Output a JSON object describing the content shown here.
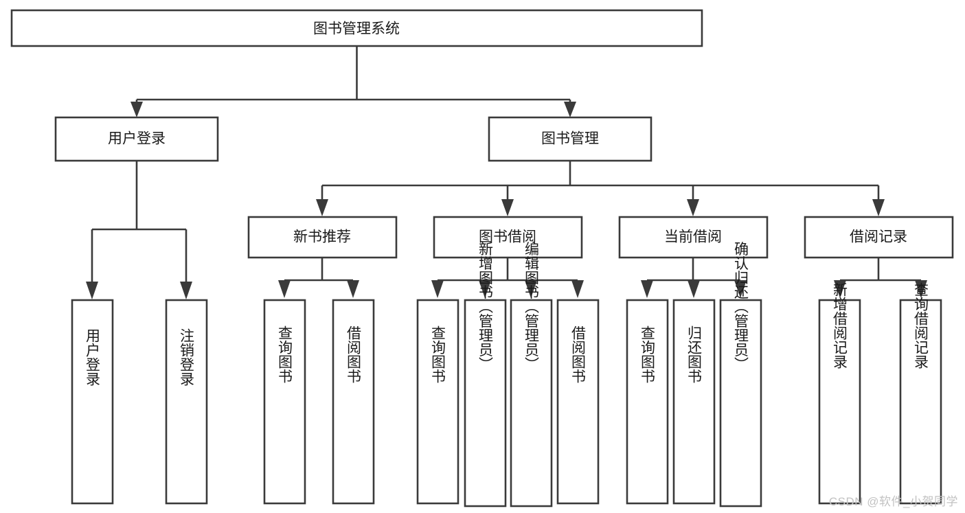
{
  "diagram": {
    "title": "图书管理系统",
    "type": "tree",
    "watermark": "CSDN @软件_小贺同学",
    "colors": {
      "stroke": "#3a3a3a",
      "fill": "#ffffff",
      "text": "#1a1a1a",
      "watermark": "#c2c2c2"
    },
    "root": {
      "label": "图书管理系统"
    },
    "level2": [
      {
        "label": "用户登录"
      },
      {
        "label": "图书管理"
      }
    ],
    "level3": [
      {
        "label": "新书推荐"
      },
      {
        "label": "图书借阅"
      },
      {
        "label": "当前借阅"
      },
      {
        "label": "借阅记录"
      }
    ],
    "leaves_user_login": [
      {
        "label": "用户登录"
      },
      {
        "label": "注销登录"
      }
    ],
    "leaves_new_book": [
      {
        "label": "查询图书"
      },
      {
        "label": "借阅图书"
      }
    ],
    "leaves_borrow": [
      {
        "label": "查询图书"
      },
      {
        "label": "新增图书（管理员）"
      },
      {
        "label": "编辑图书（管理员）"
      },
      {
        "label": "借阅图书"
      }
    ],
    "leaves_current": [
      {
        "label": "查询图书"
      },
      {
        "label": "归还图书"
      },
      {
        "label": "确认归还（管理员）"
      }
    ],
    "leaves_record": [
      {
        "label": "新增借阅记录"
      },
      {
        "label": "查询借阅记录"
      }
    ]
  }
}
